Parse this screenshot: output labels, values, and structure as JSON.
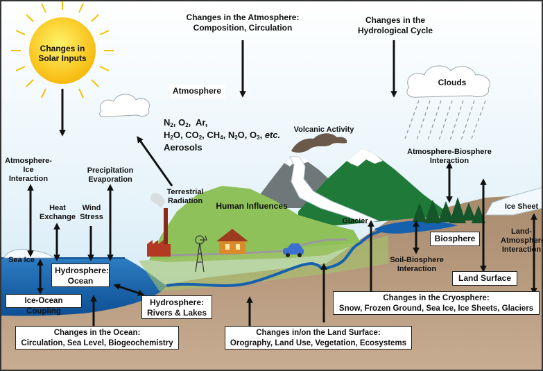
{
  "labels": {
    "solar": "Changes in\nSolar Inputs",
    "atmosphere_changes": "Changes in the Atmosphere:\nComposition, Circulation",
    "hydro_cycle": "Changes in the\nHydrological Cycle",
    "atmosphere": "Atmosphere",
    "clouds": "Clouds",
    "gases_line1": "N2, O2, Ar,",
    "gases_line2": "H2O, CO2, CH4, N2O, O3, etc.",
    "aerosols": "Aerosols",
    "volcanic": "Volcanic Activity",
    "atmos_ice": "Atmosphere-\nIce\nInteraction",
    "heat_exchange": "Heat\nExchange",
    "wind_stress": "Wind\nStress",
    "precip_evap": "Precipitation\nEvaporation",
    "terrestrial_radiation": "Terrestrial\nRadiation",
    "human_influences": "Human Influences",
    "atmos_bio": "Atmosphere-Biosphere\nInteraction",
    "ice_sheet": "Ice Sheet",
    "glacier": "Glacier",
    "sea_ice": "Sea Ice",
    "hydrosphere_ocean": "Hydrosphere:\nOcean",
    "biosphere": "Biosphere",
    "land_atmos": "Land-\nAtmosphere\nInteraction",
    "soil_bio": "Soil-Biosphere\nInteraction",
    "land_surface": "Land Surface",
    "ice_ocean_coupling": "Ice-Ocean Coupling",
    "hydrosphere_rivers": "Hydrosphere:\nRivers & Lakes",
    "cryosphere_changes": "Changes in the Cryosphere:\nSnow, Frozen Ground, Sea Ice, Ice Sheets, Glaciers",
    "ocean_changes": "Changes in the Ocean:\nCirculation, Sea Level, Biogeochemistry",
    "land_changes": "Changes in/on the Land Surface:\nOrography, Land Use, Vegetation, Ecosystems"
  },
  "colors": {
    "sky_top": "#ffffff",
    "sky_bottom": "#cde7f3",
    "ocean": "#1561ad",
    "ground": "#b5977a",
    "hill": "#8fc15a",
    "mountain": "#1f7a3a",
    "rock": "#6e7878",
    "sun": "#ffd21a"
  }
}
